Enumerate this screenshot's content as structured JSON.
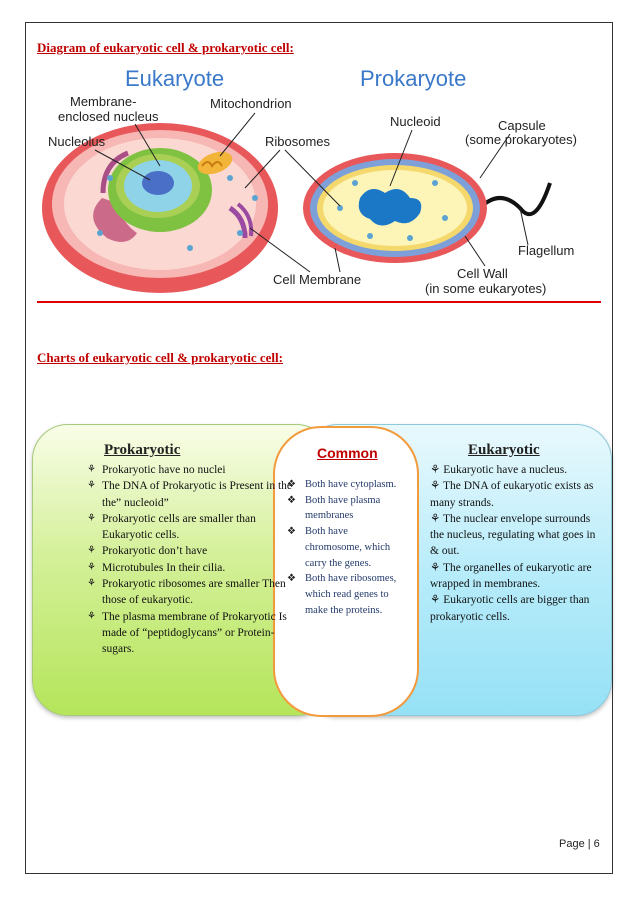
{
  "headings": {
    "diagram": "Diagram of eukaryotic cell & prokaryotic cell:",
    "charts": "Charts of eukaryotic cell & prokaryotic cell:"
  },
  "diagram": {
    "eukaryote_title": "Eukaryote",
    "prokaryote_title": "Prokaryote",
    "labels": {
      "membrane_nucleus_1": "Membrane-",
      "membrane_nucleus_2": "enclosed nucleus",
      "mitochondrion": "Mitochondrion",
      "nucleolus": "Nucleolus",
      "ribosomes": "Ribosomes",
      "nucleoid": "Nucleoid",
      "capsule": "Capsule",
      "capsule_note": "(some prokaryotes)",
      "flagellum": "Flagellum",
      "cell_membrane": "Cell Membrane",
      "cell_wall": "Cell Wall",
      "cell_wall_note": "(in some eukaryotes)"
    }
  },
  "chart": {
    "prokaryotic_title": "Prokaryotic",
    "common_title": "Common",
    "eukaryotic_title": "Eukaryotic",
    "prokaryotic_items": [
      "Prokaryotic have no nuclei",
      "The DNA of Prokaryotic is Present in the the” nucleoid”",
      "Prokaryotic cells are smaller than Eukaryotic cells.",
      "Prokaryotic don’t have",
      "Microtubules In their cilia.",
      "Prokaryotic ribosomes are smaller Then those of eukaryotic.",
      "The plasma membrane of Prokaryotic Is made of “peptidoglycans” or Protein-sugars."
    ],
    "common_items": [
      "Both have cytoplasm.",
      "Both have plasma membranes",
      "Both have chromosome, which carry the genes.",
      "Both have ribosomes, which read genes to make the proteins."
    ],
    "eukaryotic_items": [
      "Eukaryotic have a nucleus.",
      "The DNA of eukaryotic exists as many strands.",
      "The nuclear envelope surrounds the nucleus, regulating what goes in & out.",
      "The organelles of eukaryotic are wrapped in membranes.",
      "Eukaryotic cells are bigger than prokaryotic cells."
    ]
  },
  "footer": {
    "page_label": "Page | 6"
  }
}
